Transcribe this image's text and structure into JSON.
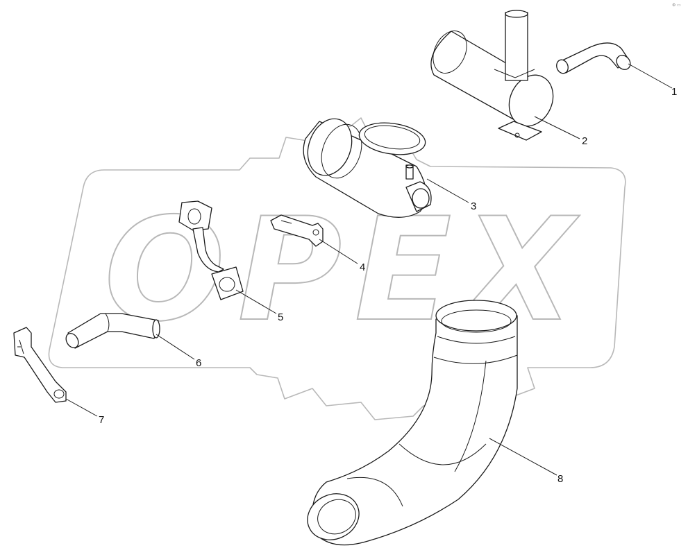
{
  "watermark": {
    "text": "OPEX"
  },
  "corner_mark": "⚙ ▭",
  "callouts": [
    {
      "number": "1",
      "part": "upper-hose"
    },
    {
      "number": "2",
      "part": "muffler"
    },
    {
      "number": "3",
      "part": "air-filter"
    },
    {
      "number": "4",
      "part": "bracket"
    },
    {
      "number": "5",
      "part": "exhaust-pipe"
    },
    {
      "number": "6",
      "part": "lower-hose"
    },
    {
      "number": "7",
      "part": "support-arm"
    },
    {
      "number": "8",
      "part": "intake-elbow"
    }
  ],
  "colors": {
    "line": "#1a1a1a",
    "watermark": "#b8b8b8",
    "background": "#ffffff"
  }
}
